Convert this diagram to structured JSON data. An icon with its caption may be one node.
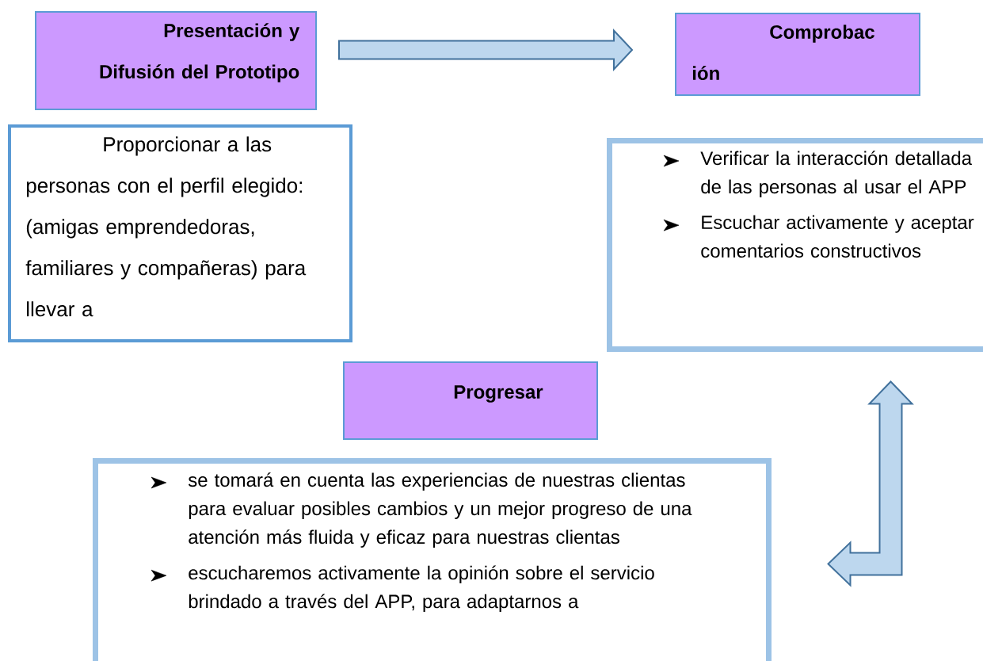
{
  "diagram": {
    "nodes": [
      {
        "text": [
          "Presentación y Difusión del Prototipo"
        ]
      },
      {
        "text": [
          "Proporcionar a las personas con el perfil elegido: (amigas emprendedoras, familiares y compañeras) para llevar a"
        ]
      },
      {
        "text": [
          "Comprobac ión"
        ]
      },
      {
        "text": [
          "Verificar la interacción detallada de las personas al usar el APP",
          "Escuchar activamente y aceptar comentarios constructivos"
        ]
      },
      {
        "text": [
          "Progresar"
        ]
      },
      {
        "text": [
          "se tomará en cuenta las experiencias de nuestras clientas para evaluar posibles cambios y un mejor progreso de una atención más fluida y eficaz para nuestras clientas",
          "escucharemos activamente la opinión sobre el servicio brindado a través del APP, para adaptarnos a"
        ]
      }
    ],
    "edges": [
      {
        "from": 0,
        "to": 2,
        "arrow": "to"
      },
      {
        "from": 5,
        "to": 3,
        "arrow": "both"
      }
    ]
  }
}
